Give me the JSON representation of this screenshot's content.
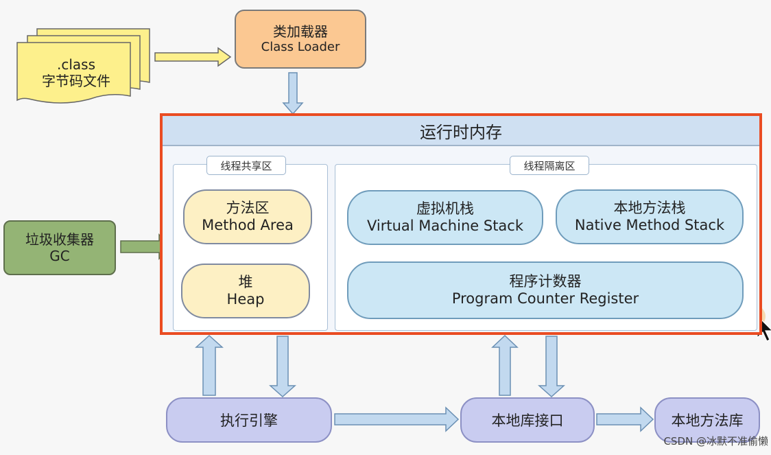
{
  "class_file": {
    "line1": ".class",
    "line2": "字节码文件"
  },
  "class_loader": {
    "line1": "类加载器",
    "line2": "Class Loader"
  },
  "gc": {
    "line1": "垃圾收集器",
    "line2": "GC"
  },
  "runtime": {
    "title": "运行时内存",
    "shared_area": {
      "label": "线程共享区",
      "method_area": {
        "line1": "方法区",
        "line2": "Method Area"
      },
      "heap": {
        "line1": "堆",
        "line2": "Heap"
      }
    },
    "isolated_area": {
      "label": "线程隔离区",
      "vm_stack": {
        "line1": "虚拟机栈",
        "line2": "Virtual Machine Stack"
      },
      "native_stack": {
        "line1": "本地方法栈",
        "line2": "Native Method Stack"
      },
      "pc_register": {
        "line1": "程序计数器",
        "line2": "Program Counter Register"
      }
    }
  },
  "bottom": {
    "exec_engine": "执行引擎",
    "native_interface": "本地库接口",
    "native_library": "本地方法库"
  },
  "watermark": "CSDN @冰默不准偷懒",
  "colors": {
    "frame_border": "#ea4c22",
    "class_loader_fill": "#fbc892",
    "gc_fill": "#94b475",
    "yellow_fill": "#fdf0c4",
    "cyan_fill": "#cce7f5",
    "purple_fill": "#c9ccf0",
    "file_fill": "#fdf08c"
  }
}
